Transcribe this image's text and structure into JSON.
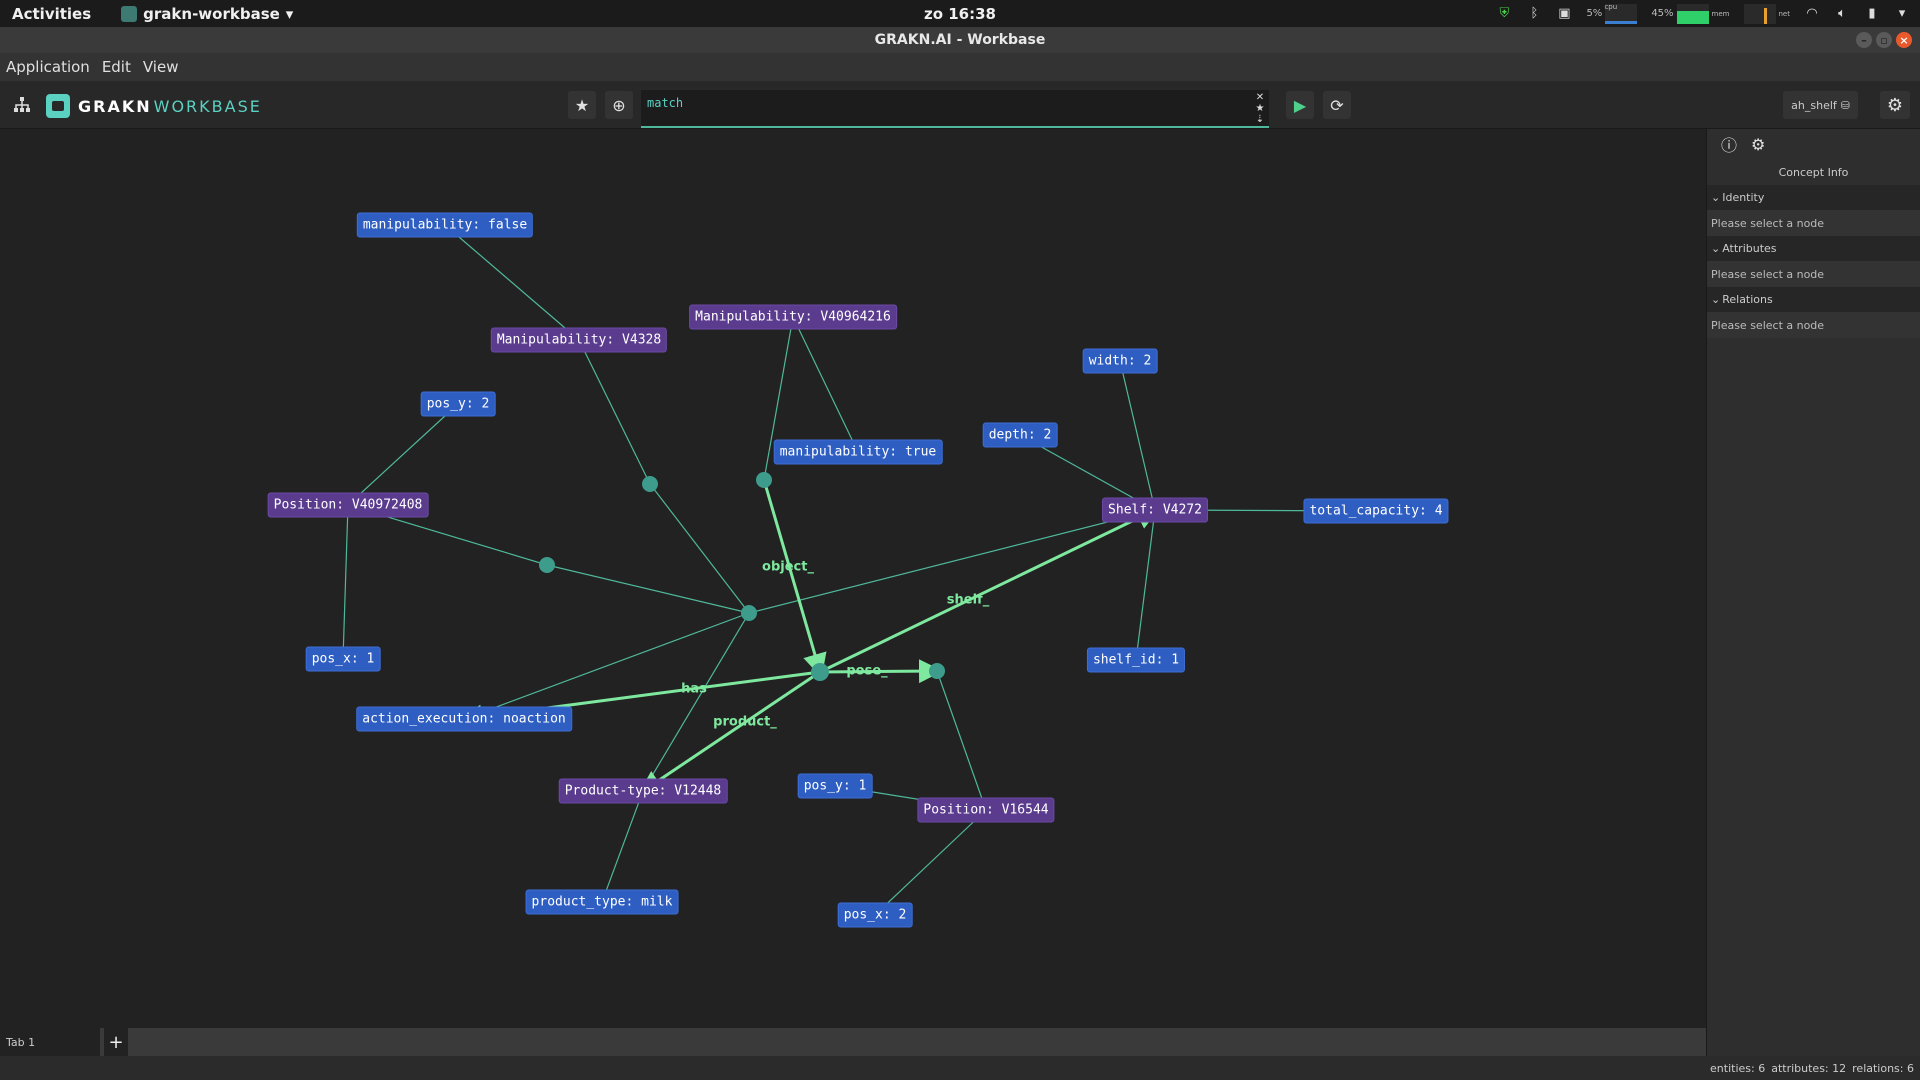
{
  "system": {
    "activities": "Activities",
    "app_name": "grakn-workbase",
    "clock": "zo 16:38",
    "cpu_label": "cpu",
    "cpu_value": "5%",
    "mem_label": "mem",
    "mem_value": "45%",
    "net_label": "net"
  },
  "window": {
    "title": "GRAKN.AI - Workbase"
  },
  "menu": {
    "items": [
      "Application",
      "Edit",
      "View"
    ]
  },
  "toolbar": {
    "logo_grakn": "GRAKN",
    "logo_workbase": "WORKBASE",
    "query_text": "match",
    "keyspace": "ah_shelf"
  },
  "graph": {
    "nodes": [
      {
        "label": "manipulability: false",
        "kind": "attribute"
      },
      {
        "label": "Manipulability: V4328",
        "kind": "entity"
      },
      {
        "label": "Manipulability: V40964216",
        "kind": "entity"
      },
      {
        "label": "pos_y: 2",
        "kind": "attribute"
      },
      {
        "label": "manipulability: true",
        "kind": "attribute"
      },
      {
        "label": "width: 2",
        "kind": "attribute"
      },
      {
        "label": "depth: 2",
        "kind": "attribute"
      },
      {
        "label": "Position: V40972408",
        "kind": "entity"
      },
      {
        "label": "Shelf: V4272",
        "kind": "entity"
      },
      {
        "label": "total_capacity: 4",
        "kind": "attribute"
      },
      {
        "label": "pos_x: 1",
        "kind": "attribute"
      },
      {
        "label": "shelf_id: 1",
        "kind": "attribute"
      },
      {
        "label": "action_execution: noaction",
        "kind": "attribute"
      },
      {
        "label": "Product-type: V12448",
        "kind": "entity"
      },
      {
        "label": "pos_y: 1",
        "kind": "attribute"
      },
      {
        "label": "Position: V16544",
        "kind": "entity"
      },
      {
        "label": "product_type: milk",
        "kind": "attribute"
      },
      {
        "label": "pos_x: 2",
        "kind": "attribute"
      }
    ],
    "edge_labels": [
      "object_",
      "shelf_",
      "has",
      "pose_",
      "product_"
    ]
  },
  "tabs": {
    "tab1": "Tab 1",
    "add": "+"
  },
  "panel": {
    "title": "Concept Info",
    "sections": [
      {
        "header": "Identity",
        "row": "Please select a node"
      },
      {
        "header": "Attributes",
        "row": "Please select a node"
      },
      {
        "header": "Relations",
        "row": "Please select a node"
      }
    ]
  },
  "status": {
    "entities": "entities: 6",
    "attributes": "attributes: 12",
    "relations": "relations: 6"
  },
  "colors": {
    "accent": "#5ad1c1",
    "edge": "#4fb89a",
    "edge_highlight": "#7ee89e",
    "entity": "#5a3b8e",
    "attribute": "#2f5ec2"
  }
}
